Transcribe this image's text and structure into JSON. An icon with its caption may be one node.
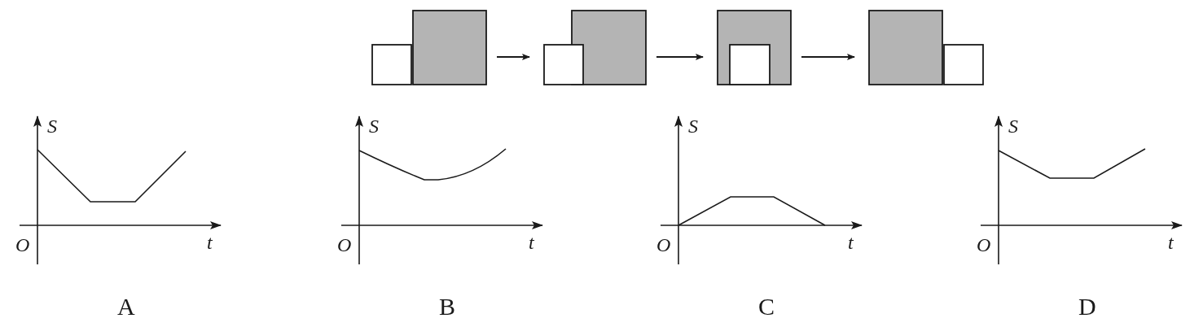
{
  "diagram": {
    "nodes": [
      {
        "text": [],
        "shape": "box"
      },
      {
        "text": [],
        "shape": "box"
      },
      {
        "text": [],
        "shape": "box"
      },
      {
        "text": [],
        "shape": "box"
      }
    ],
    "edges": [
      {
        "from": 0,
        "to": 1,
        "arrow": "to"
      },
      {
        "from": 1,
        "to": 2,
        "arrow": "to"
      },
      {
        "from": 2,
        "to": 3,
        "arrow": "to"
      }
    ],
    "labels": [
      "S",
      "O",
      "t",
      "S",
      "O",
      "t",
      "S",
      "O",
      "t",
      "S",
      "O",
      "t",
      "A",
      "B",
      "C",
      "D"
    ]
  }
}
